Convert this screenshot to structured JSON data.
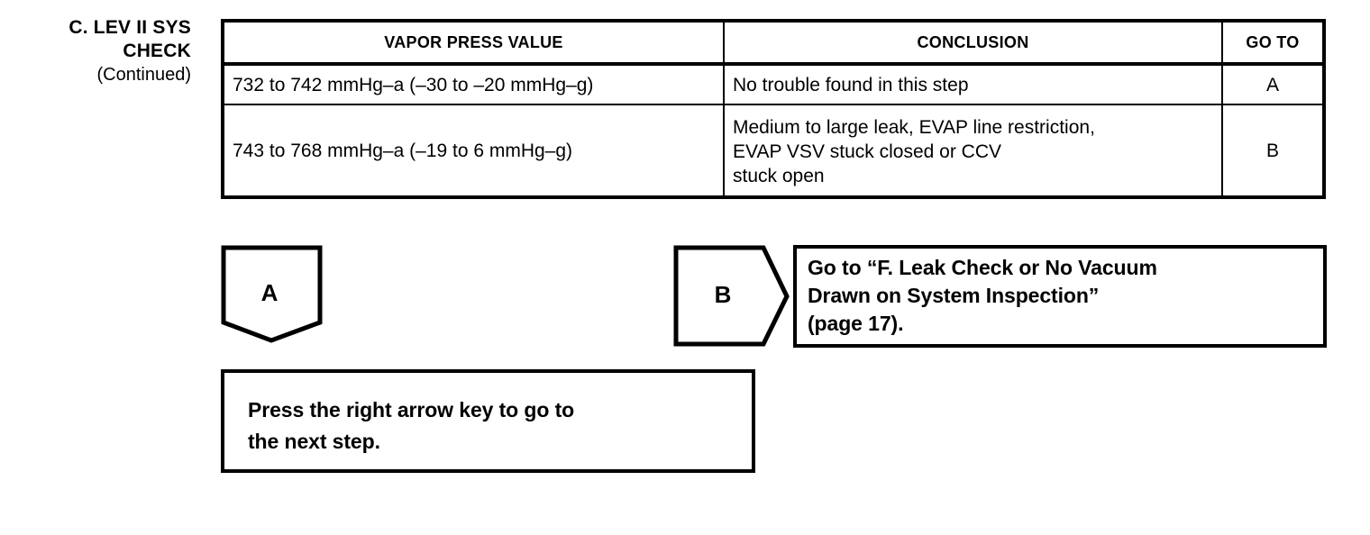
{
  "step_heading": {
    "line1": "C. LEV II SYS",
    "line2": "CHECK",
    "line3": "(Continued)"
  },
  "table": {
    "headers": {
      "vapor_press_value": "VAPOR PRESS VALUE",
      "conclusion": "CONCLUSION",
      "go_to": "GO TO"
    },
    "rows": [
      {
        "vapor_press_value": "732 to 742 mmHg–a (–30 to –20 mmHg–g)",
        "conclusion_lines": [
          "No trouble found in this step"
        ],
        "go_to": "A"
      },
      {
        "vapor_press_value": "743 to 768 mmHg–a (–19 to 6 mmHg–g)",
        "conclusion_lines": [
          "Medium to large leak, EVAP line restriction,",
          "EVAP VSV stuck closed or CCV",
          "stuck open"
        ],
        "go_to": "B"
      }
    ]
  },
  "connectors": {
    "a": {
      "label": "A"
    },
    "b": {
      "label": "B"
    }
  },
  "goto_box": {
    "line1": "Go to “F. Leak Check or No Vacuum",
    "line2": "Drawn on System Inspection”",
    "line3": "(page 17)."
  },
  "keyhint_box": {
    "line1": "Press the right arrow key to go to",
    "line2": "the next step."
  },
  "colors": {
    "ink": "#000000",
    "page_background": "#ffffff"
  }
}
